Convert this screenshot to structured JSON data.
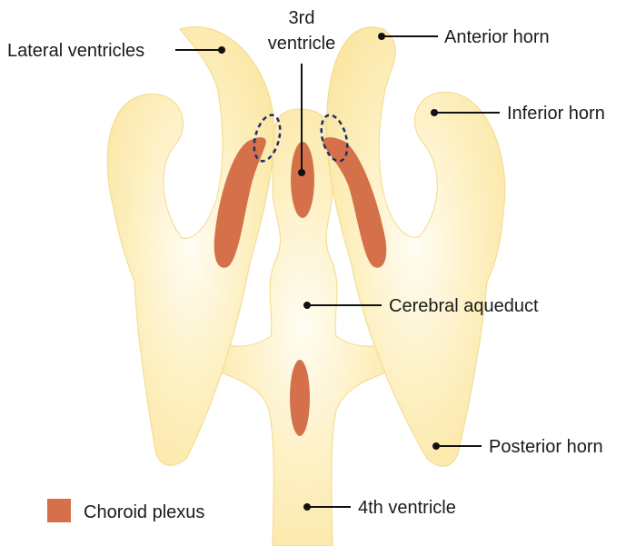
{
  "labels": {
    "lateral_ventricles": "Lateral ventricles",
    "third_ventricle_line1": "3rd",
    "third_ventricle_line2": "ventricle",
    "anterior_horn": "Anterior horn",
    "inferior_horn": "Inferior horn",
    "cerebral_aqueduct": "Cerebral aqueduct",
    "posterior_horn": "Posterior horn",
    "fourth_ventricle": "4th ventricle"
  },
  "legend": {
    "choroid_plexus": "Choroid plexus"
  },
  "colors": {
    "ventricle_fill": "#FCE9AC",
    "ventricle_edge": "#F3D98B",
    "choroid_plexus": "#D4714A",
    "foramen_outline": "#1F2E6B",
    "text": "#1a1a1a"
  }
}
